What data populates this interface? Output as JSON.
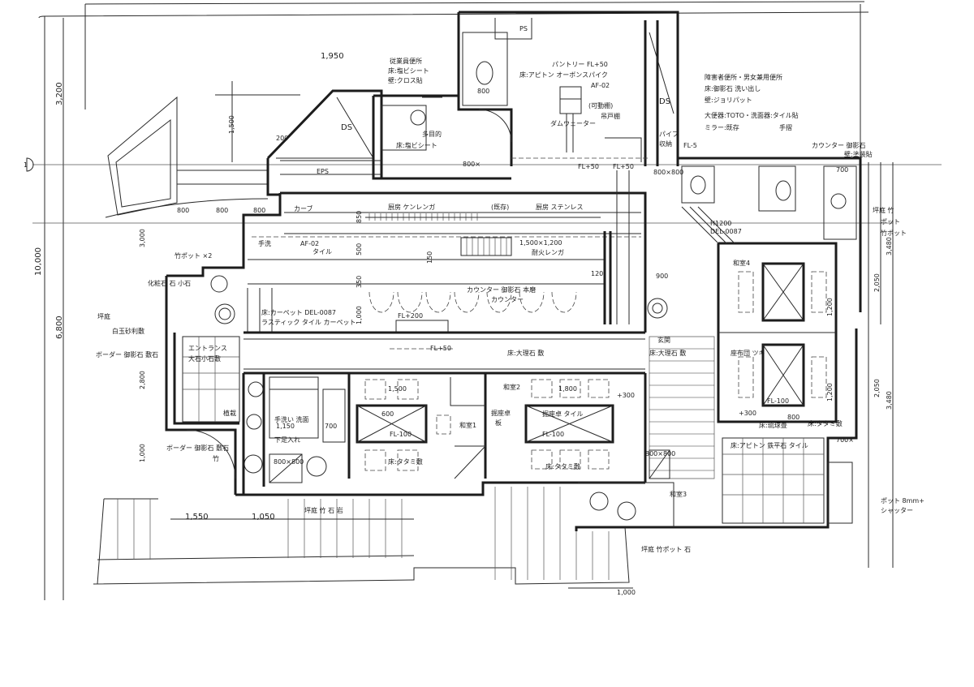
{
  "dimensions": {
    "d3200": "3,200",
    "d10000": "10,000",
    "d6800": "6,800",
    "d1950": "1,950",
    "d800a": "800",
    "d800b": "800",
    "d800c": "800",
    "d1500v": "1,500",
    "d3000": "3,000",
    "d2800": "2,800",
    "d1000v": "1,000",
    "d1550": "1,550",
    "d1050": "1,050",
    "d1000": "1,000",
    "d2050a": "2,050",
    "d2050b": "2,050",
    "d3480a": "3,480",
    "d3480b": "3,480",
    "d850": "850",
    "d500": "500",
    "d150": "150",
    "d350": "350",
    "d1000b": "1,000",
    "d120": "120",
    "d900": "900",
    "d1500": "1,500",
    "d1800": "1,800",
    "d600": "600",
    "d1150": "1,150",
    "d700": "700",
    "d300": "+300",
    "d300b": "+300",
    "d1200": "1,200",
    "d1200b": "1,200",
    "d800d": "800",
    "d200": "200",
    "d700x": "700×",
    "d700c": "700"
  },
  "marker": "1",
  "rooms": {
    "ps": "PS",
    "ds1": "DS",
    "ds2": "DS",
    "eps": "EPS",
    "staff_wc": "従業員便所",
    "staff_wc_floor": "床:塩ビシート",
    "staff_wc_wall": "壁:クロス貼",
    "wc_800": "800",
    "pantry": "パントリー FL+50",
    "pantry_floor": "床:アピトン オーボンスパイク",
    "pantry_af": "AF-02",
    "shelf": "(可動棚)",
    "shelf2": "吊戸棚",
    "lift": "ダムウェーター",
    "multi": "多目的",
    "multi_floor": "床:塩ビシート",
    "fl50a": "FL+50",
    "fl50b": "FL+50",
    "fl50c": "FL+50",
    "box800a": "800×",
    "ds_storage": "パイプ",
    "ds_storage2": "収納",
    "kitchen": "厨房 ケンレンガ",
    "existing": "(既存)",
    "kitchen2": "厨房 ステンレス",
    "handwash": "手洗",
    "af02": "AF-02",
    "af02_tile": "タイル",
    "curb": "カーブ",
    "oven": "1,500×1,200",
    "oven_brick": "耐火レンガ",
    "fl200": "FL+200",
    "counter_seat": "カウンター 御影石 本磨",
    "counter_seat2": "カウンター",
    "carpet": "床:カーペット DEL-0087",
    "carpet2": "ラスティック タイル カーペット",
    "floor_corr": "床:大理石 敷",
    "entrance": "エントランス",
    "entrance_stone": "大石小石敷",
    "tsuboniwa": "坪庭",
    "gravel": "白玉砂利敷",
    "border_stone": "ボーダー 御影石 敷石",
    "bamboo_pot": "竹ポット ×2",
    "rocks": "化粧石 石 小石",
    "border2": "ボーダー 御影石 敷石",
    "bamboo": "竹",
    "plant": "植栽",
    "wash": "手洗い 洗面",
    "shoe": "下足入れ",
    "tatami": "床:タタミ敷",
    "tatami2": "床:タタミ敷",
    "tatami3": "床:タタミ敷",
    "washitsu1": "和室1",
    "washitsu2": "和室2",
    "washitsu3": "和室3",
    "washitsu4": "和室4",
    "horigotatsu": "掘座卓 タイル",
    "fl_100a": "FL-100",
    "fl_100b": "FL-100",
    "fl_100c": "FL-100",
    "hori": "掘座卓",
    "hori2": "板",
    "zabuton": "座布団 ツキ",
    "box800b": "800×800",
    "box800c": "800×800",
    "box800d": "800×800",
    "genkan": "玄関",
    "genkan2": "床:大理石 敷",
    "wc_right": "DEL-0087",
    "wc_right2": "H1200",
    "tile_floor": "床:アピトン 鉄平石 タイル",
    "right_tsuboniwa": "坪庭 竹",
    "right_pot": "ポット",
    "right_pot2": "竹ポット",
    "window_note": "ポット 8mm+",
    "window_note2": "シャッター",
    "bottom_tsubo": "坪庭 竹ポット 石",
    "bottom_step": "坪庭 竹 石 岩",
    "washitsu_tatami": "床:琉球畳",
    "note1": "障害者便所・男女兼用便所",
    "note2": "床:御影石 洗い出し",
    "note3": "壁:ジョリパット",
    "note4": "大便器:TOTO・洗面器:タイル貼",
    "note5": "ミラー:既存",
    "note6": "手摺",
    "note_fl": "FL-5",
    "counter_top": "カウンター 御影石",
    "counter_top2": "壁:塗装貼"
  }
}
